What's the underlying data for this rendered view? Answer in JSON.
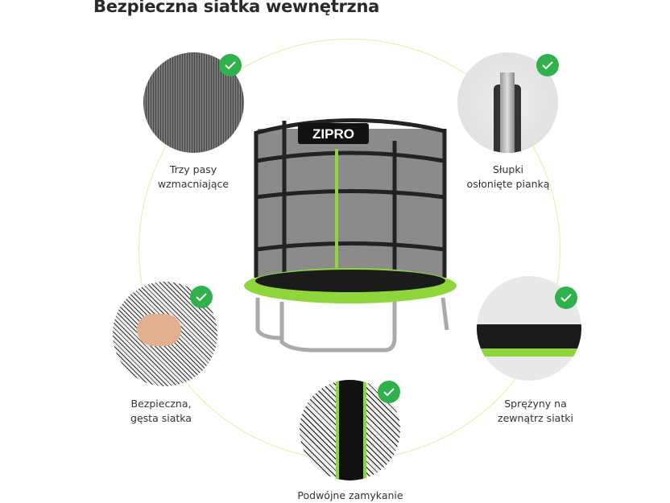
{
  "title": "Bezpieczna siatka wewnętrzna",
  "brand": "ZIPRO",
  "accent_color": "#2fb14b",
  "features": [
    {
      "line1": "Trzy pasy",
      "line2": "wzmacniające",
      "icon": "check-icon"
    },
    {
      "line1": "Słupki",
      "line2": "osłonięte pianką",
      "icon": "check-icon"
    },
    {
      "line1": "Bezpieczna,",
      "line2": "gęsta siatka",
      "icon": "check-icon"
    },
    {
      "line1": "Sprężyny na",
      "line2": "zewnątrz siatki",
      "icon": "check-icon"
    },
    {
      "line1": "Podwójne zamykanie",
      "line2": "",
      "icon": "check-icon"
    }
  ]
}
